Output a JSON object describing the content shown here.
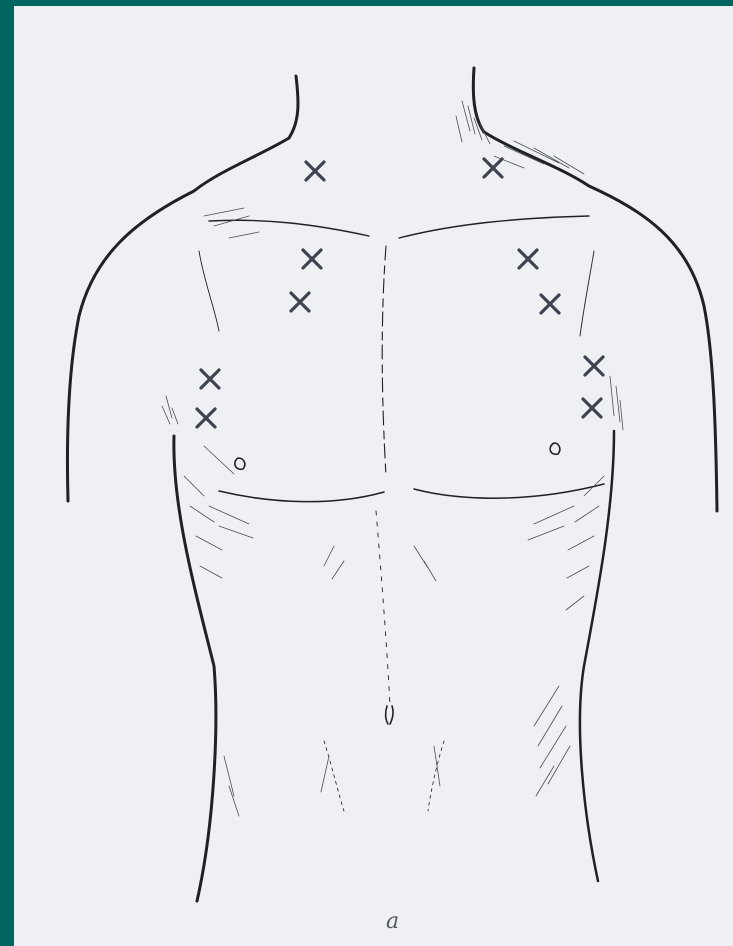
{
  "figure": {
    "caption": "a",
    "ink_color": "#1e2126",
    "hatch_color": "#4a4f57",
    "paper_color": "#eef0f4",
    "frame_color": "#00665f",
    "markers": [
      {
        "id": "supraclavicular-right",
        "side": "right",
        "shape": "x"
      },
      {
        "id": "supraclavicular-left",
        "side": "left",
        "shape": "x"
      },
      {
        "id": "subclavian-right-upper",
        "side": "right",
        "shape": "x"
      },
      {
        "id": "subclavian-right-lower",
        "side": "right",
        "shape": "x"
      },
      {
        "id": "subclavian-left-upper",
        "side": "left",
        "shape": "x"
      },
      {
        "id": "subclavian-left-lower",
        "side": "left",
        "shape": "x"
      },
      {
        "id": "axillary-right-upper",
        "side": "right",
        "shape": "x"
      },
      {
        "id": "axillary-right-lower",
        "side": "right",
        "shape": "x"
      },
      {
        "id": "axillary-left-upper",
        "side": "left",
        "shape": "x"
      },
      {
        "id": "axillary-left-lower",
        "side": "left",
        "shape": "x"
      }
    ]
  }
}
